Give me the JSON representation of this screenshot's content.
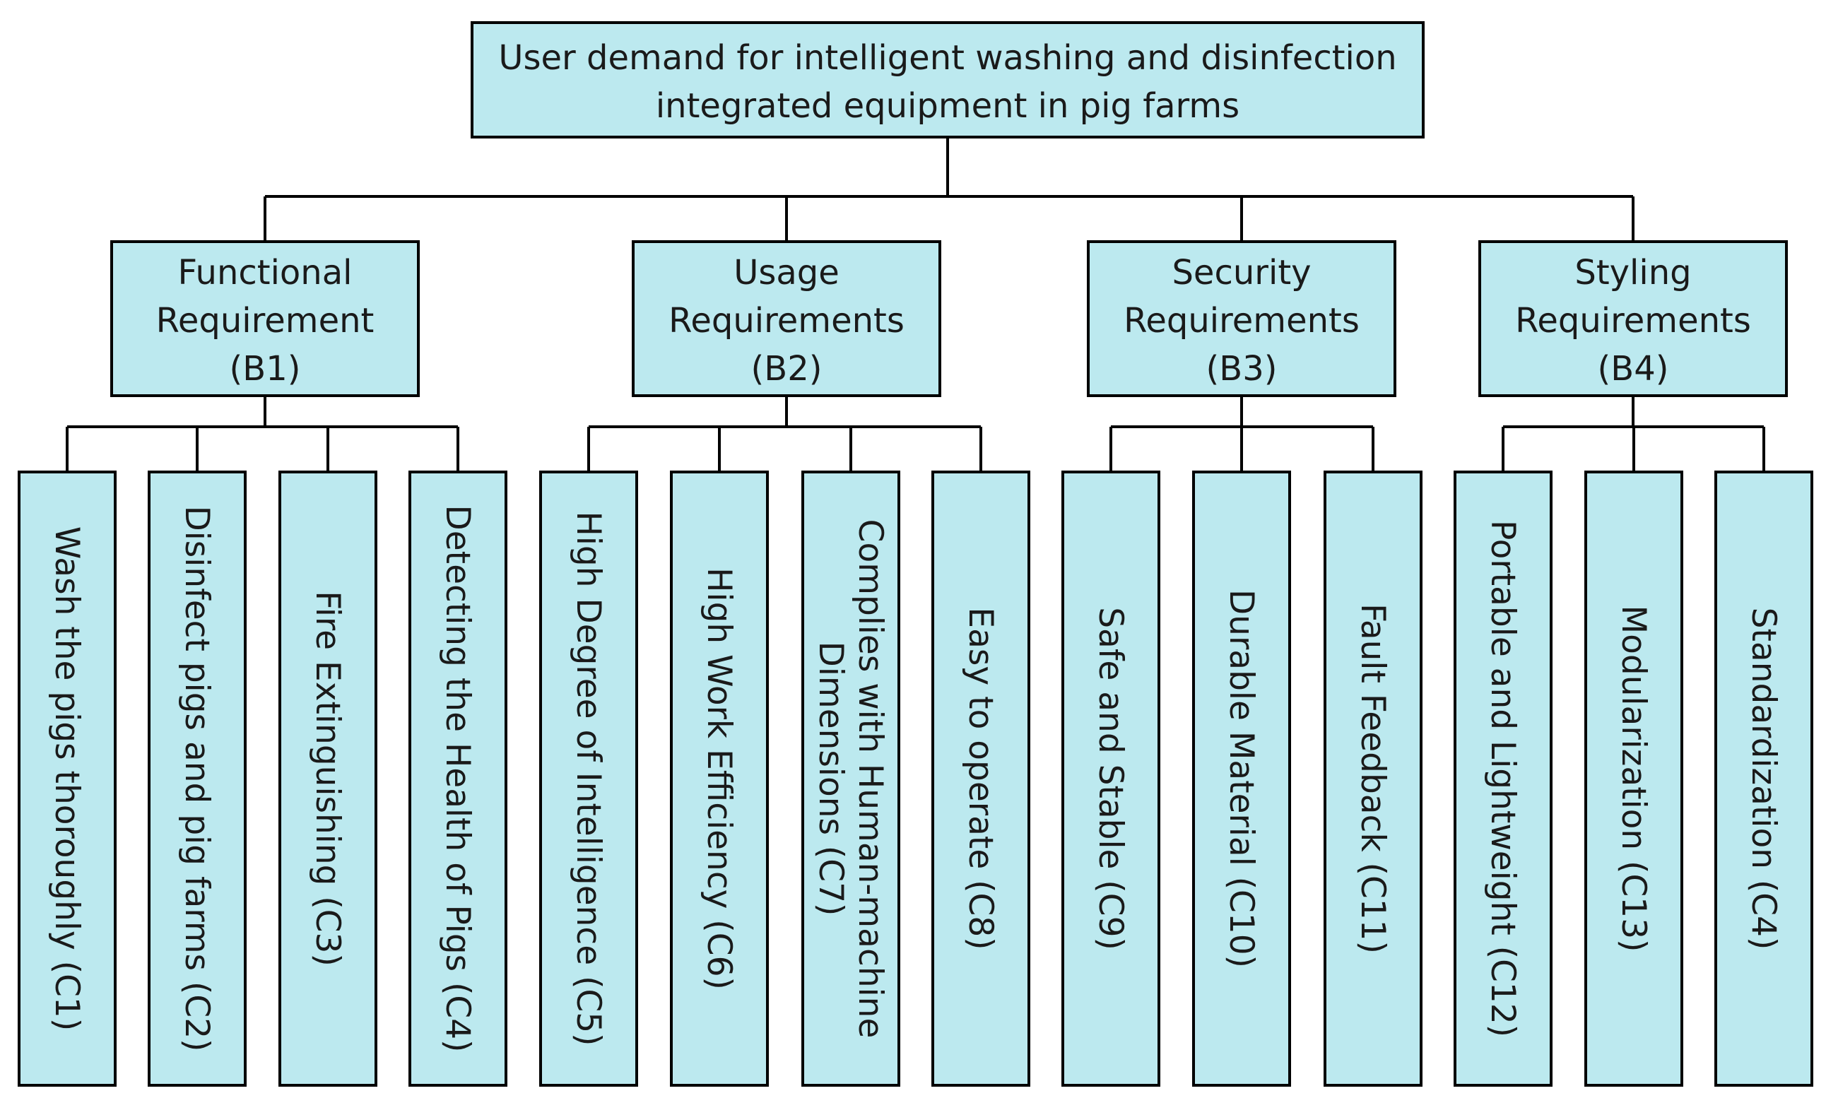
{
  "root": {
    "lines": [
      "User demand for intelligent washing and disinfection",
      "integrated equipment in pig farms"
    ]
  },
  "categories": [
    {
      "lines": [
        "Functional",
        "Requirement",
        "(B1)"
      ],
      "children": [
        {
          "lines": [
            "Wash the pigs thoroughly (C1)"
          ]
        },
        {
          "lines": [
            "Disinfect pigs and pig farms (C2)"
          ]
        },
        {
          "lines": [
            "Fire Extinguishing (C3)"
          ]
        },
        {
          "lines": [
            "Detecting the Health of Pigs (C4)"
          ]
        }
      ]
    },
    {
      "lines": [
        "Usage",
        "Requirements",
        "(B2)"
      ],
      "children": [
        {
          "lines": [
            "High Degree of Intelligence (C5)"
          ]
        },
        {
          "lines": [
            "High Work Efficiency (C6)"
          ]
        },
        {
          "lines": [
            "Complies with Human-machine",
            "Dimensions (C7)"
          ]
        },
        {
          "lines": [
            "Easy to operate (C8)"
          ]
        }
      ]
    },
    {
      "lines": [
        "Security",
        "Requirements",
        "(B3)"
      ],
      "children": [
        {
          "lines": [
            "Safe and Stable (C9)"
          ]
        },
        {
          "lines": [
            "Durable Material (C10)"
          ]
        },
        {
          "lines": [
            "Fault Feedback (C11)"
          ]
        }
      ]
    },
    {
      "lines": [
        "Styling",
        "Requirements",
        "(B4)"
      ],
      "children": [
        {
          "lines": [
            "Portable and Lightweight (C12)"
          ]
        },
        {
          "lines": [
            "Modularization (C13)"
          ]
        },
        {
          "lines": [
            "Standardization (C4)"
          ]
        }
      ]
    }
  ]
}
